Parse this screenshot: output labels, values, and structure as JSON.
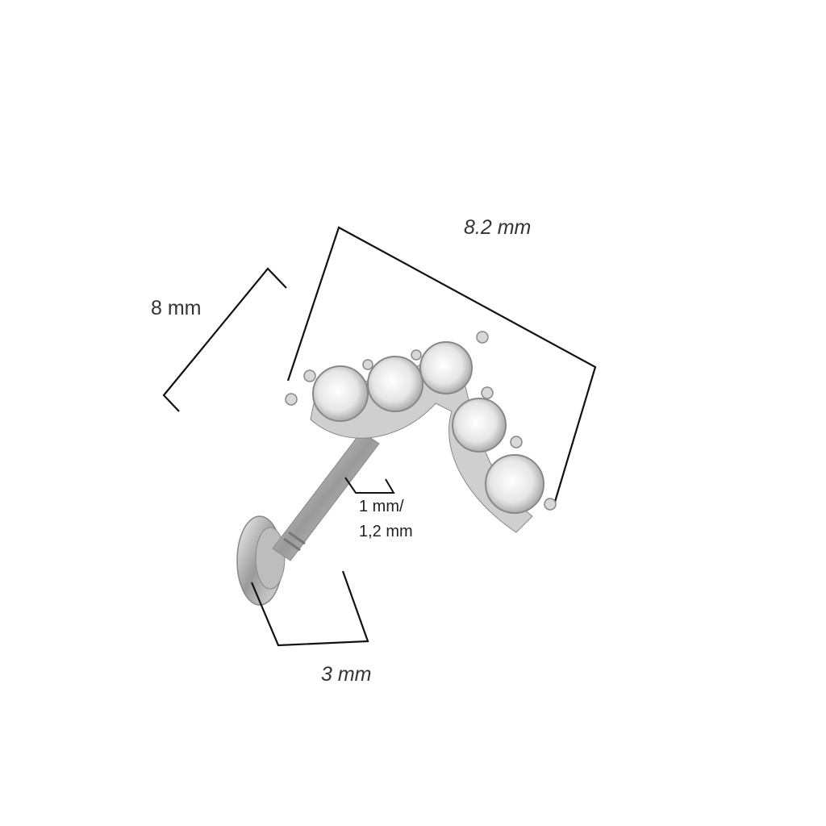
{
  "dimensions": {
    "height_label": "8 mm",
    "width_label": "8.2 mm",
    "bar_gauge_line1": "1 mm/",
    "bar_gauge_line2": "1,2 mm",
    "disc_label": "3 mm"
  },
  "product": {
    "stone_count": 5,
    "metal_color": "#c8c8c8",
    "stone_color": "#f2f2f2"
  }
}
